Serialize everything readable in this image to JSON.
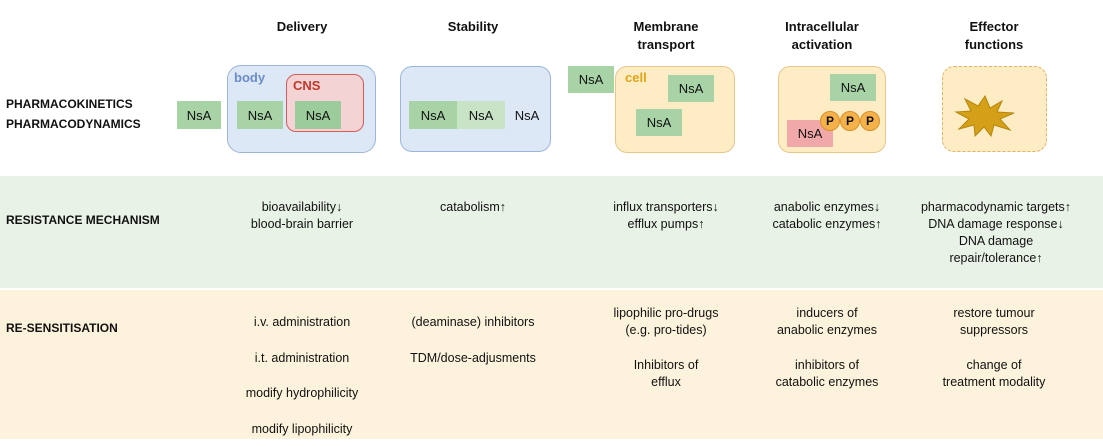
{
  "columns": {
    "delivery": "Delivery",
    "stability": "Stability",
    "membrane": "Membrane\ntransport",
    "activation": "Intracellular\nactivation",
    "effector": "Effector\nfunctions"
  },
  "rows": {
    "pk": "PHARMACOKINETICS",
    "pd": "PHARMACODYNAMICS",
    "resistance": "RESISTANCE MECHANISM",
    "resensitisation": "RE-SENSITISATION"
  },
  "diagram": {
    "nsa": "NsA",
    "body": "body",
    "cns": "CNS",
    "cell": "cell",
    "p": "P"
  },
  "resistance": {
    "delivery": [
      "bioavailability↓",
      "blood-brain barrier"
    ],
    "stability": [
      "catabolism↑"
    ],
    "membrane": [
      "influx transporters↓",
      "efflux pumps↑"
    ],
    "activation": [
      "anabolic enzymes↓",
      "catabolic enzymes↑"
    ],
    "effector": [
      "pharmacodynamic targets↑",
      "DNA damage response↓",
      "DNA damage",
      "repair/tolerance↑"
    ]
  },
  "resensitisation": {
    "delivery": [
      "i.v. administration",
      "i.t. administration",
      "modify hydrophilicity",
      "modify lipophilicity"
    ],
    "stability": [
      "(deaminase) inhibitors",
      "TDM/dose-adjusments"
    ],
    "membrane": [
      "lipophilic pro-drugs",
      "(e.g. pro-tides)",
      "Inhibitors of",
      "efflux"
    ],
    "activation": [
      "inducers of",
      "anabolic enzymes",
      "inhibitors of",
      "catabolic enzymes"
    ],
    "effector": [
      "restore tumour",
      "suppressors",
      "change of",
      "treatment modality"
    ]
  },
  "colors": {
    "nsa_green": "#a7d3a6",
    "body_blue": "#dde8f6",
    "cns_red": "#f3d3d3",
    "cell_yellow": "#fdecc4",
    "p_orange": "#f5b14a",
    "star_gold": "#d4a017",
    "band_green": "#e9f2e7",
    "band_yellow": "#fdf3dc"
  }
}
